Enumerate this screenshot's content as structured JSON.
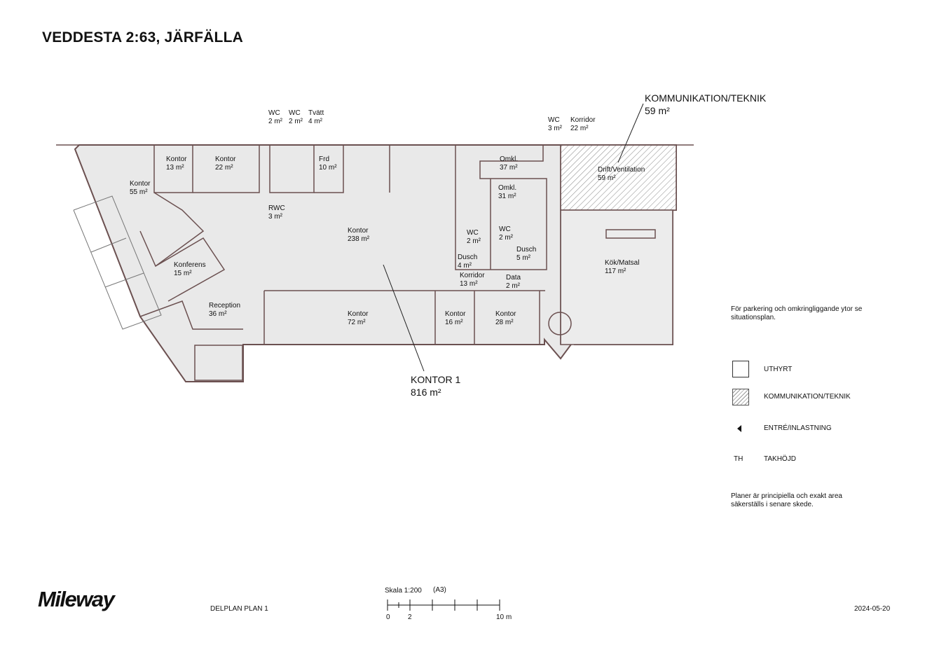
{
  "header": {
    "title": "VEDDESTA 2:63, JÄRFÄLLA"
  },
  "rooms": [
    {
      "name": "WC",
      "area": "2 m²"
    },
    {
      "name": "WC",
      "area": "2 m²"
    },
    {
      "name": "Tvätt",
      "area": "4 m²"
    },
    {
      "name": "Kontor",
      "area": "13 m²"
    },
    {
      "name": "Kontor",
      "area": "22 m²"
    },
    {
      "name": "Frd",
      "area": "10 m²"
    },
    {
      "name": "Kontor",
      "area": "55 m²"
    },
    {
      "name": "RWC",
      "area": "3 m²"
    },
    {
      "name": "Kontor",
      "area": "238 m²"
    },
    {
      "name": "Konferens",
      "area": "15 m²"
    },
    {
      "name": "Reception",
      "area": "36 m²"
    },
    {
      "name": "Kontor",
      "area": "72 m²"
    },
    {
      "name": "Kontor",
      "area": "16 m²"
    },
    {
      "name": "Kontor",
      "area": "28 m²"
    },
    {
      "name": "Omkl.",
      "area": "37 m²"
    },
    {
      "name": "Omkl.",
      "area": "31 m²"
    },
    {
      "name": "WC",
      "area": "2 m²"
    },
    {
      "name": "WC",
      "area": "2 m²"
    },
    {
      "name": "Dusch",
      "area": "4 m²"
    },
    {
      "name": "Dusch",
      "area": "5 m²"
    },
    {
      "name": "Korridor",
      "area": "13 m²"
    },
    {
      "name": "Data",
      "area": "2 m²"
    },
    {
      "name": "WC",
      "area": "3 m²"
    },
    {
      "name": "Korridor",
      "area": "22 m²"
    },
    {
      "name": "Drift/Ventilation",
      "area": "59 m²"
    },
    {
      "name": "Kök/Matsal",
      "area": "117 m²"
    }
  ],
  "callouts": {
    "kontor1": {
      "name": "KONTOR 1",
      "area": "816 m²"
    },
    "kommunikation": {
      "name": "KOMMUNIKATION/TEKNIK",
      "area": "59 m²"
    }
  },
  "legend": {
    "note_top": "För parkering och omkringliggande ytor se situationsplan.",
    "items": [
      {
        "symbol": "box",
        "label": "UTHYRT"
      },
      {
        "symbol": "hatch",
        "label": "KOMMUNIKATION/TEKNIK"
      },
      {
        "symbol": "triangle",
        "label": "ENTRÉ/INLASTNING"
      },
      {
        "symbol": "TH",
        "label": "TAKHÖJD"
      }
    ],
    "note_bottom": "Planer är principiella och exakt area säkerställs i senare skede."
  },
  "footer": {
    "logo": "Mileway",
    "plan_label": "DELPLAN PLAN 1",
    "scale_label": "Skala 1:200",
    "paper": "(A3)",
    "scale_ticks": [
      "0",
      "2",
      "10 m"
    ],
    "date": "2024-05-20"
  }
}
